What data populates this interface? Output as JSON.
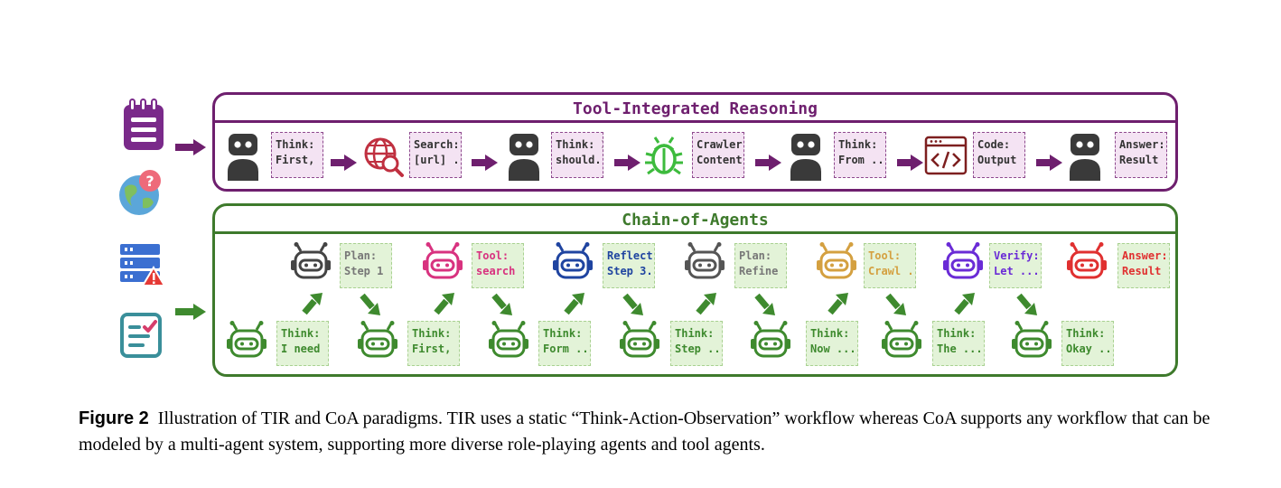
{
  "colors": {
    "tir": "#6e1f6e",
    "coa": "#3e7a2c",
    "coa_green": "#3e8a2e",
    "agent_gray": "#3a3a3a",
    "web": "#c03040",
    "bug": "#3dbb3d",
    "code": "#7d1f1f"
  },
  "left_icons": [
    "notepad-icon",
    "globe-question-icon",
    "server-warning-icon",
    "checklist-icon"
  ],
  "tir": {
    "title": "Tool-Integrated Reasoning",
    "steps": [
      {
        "icon": "agent-icon",
        "line1": "Think:",
        "line2": "First, ..."
      },
      {
        "icon": "web-search-icon",
        "line1": "Search:",
        "line2": "[url] ..."
      },
      {
        "icon": "agent-icon",
        "line1": "Think: I",
        "line2": "should..."
      },
      {
        "icon": "bug-icon",
        "line1": "Crawler:",
        "line2": "Content..."
      },
      {
        "icon": "agent-icon",
        "line1": "Think:",
        "line2": "From ..."
      },
      {
        "icon": "code-window-icon",
        "line1": "Code:",
        "line2": "Output ..."
      },
      {
        "icon": "agent-icon",
        "line1": "Answer:",
        "line2": "Result ..."
      }
    ]
  },
  "coa": {
    "title": "Chain-of-Agents",
    "top_agents": [
      {
        "color": "#444444",
        "text_color": "#777777",
        "line1": "Plan:",
        "line2": "Step 1 ..."
      },
      {
        "color": "#d8327f",
        "text_color": "#d8327f",
        "line1": "Tool:",
        "line2": "search ..."
      },
      {
        "color": "#1f44a0",
        "text_color": "#1f44a0",
        "line1": "Reflect:",
        "line2": "Step 3..."
      },
      {
        "color": "#555555",
        "text_color": "#777777",
        "line1": "Plan:",
        "line2": "Refine ..."
      },
      {
        "color": "#d4a040",
        "text_color": "#d4a040",
        "line1": "Tool:",
        "line2": "Crawl ..."
      },
      {
        "color": "#6a2bd6",
        "text_color": "#6a2bd6",
        "line1": "Verify:",
        "line2": "Let ..."
      },
      {
        "color": "#e03030",
        "text_color": "#e03030",
        "line1": "Answer:",
        "line2": "Result ..."
      }
    ],
    "bottom_agents": [
      {
        "line1": "Think:",
        "line2": "I need ..."
      },
      {
        "line1": "Think:",
        "line2": "First, ..."
      },
      {
        "line1": "Think:",
        "line2": "Form ..."
      },
      {
        "line1": "Think:",
        "line2": "Step ..."
      },
      {
        "line1": "Think:",
        "line2": "Now ..."
      },
      {
        "line1": "Think:",
        "line2": "The ..."
      },
      {
        "line1": "Think:",
        "line2": "Okay ..."
      }
    ]
  },
  "caption": {
    "label": "Figure 2",
    "text": "Illustration of TIR and CoA paradigms. TIR uses a static “Think-Action-Observation” workflow whereas CoA supports any workflow that can be modeled by a multi-agent system, supporting more diverse role-playing agents and tool agents."
  }
}
